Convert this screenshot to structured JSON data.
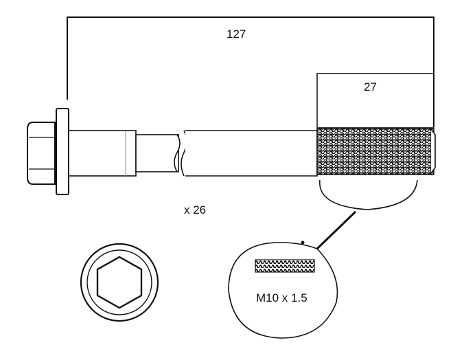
{
  "dimensions": {
    "overall_length": "127",
    "thread_length": "27"
  },
  "quantity": "x 26",
  "thread_spec": "M10 x 1.5",
  "colors": {
    "line": "#111111",
    "shade": "#555555",
    "background": "#ffffff"
  }
}
